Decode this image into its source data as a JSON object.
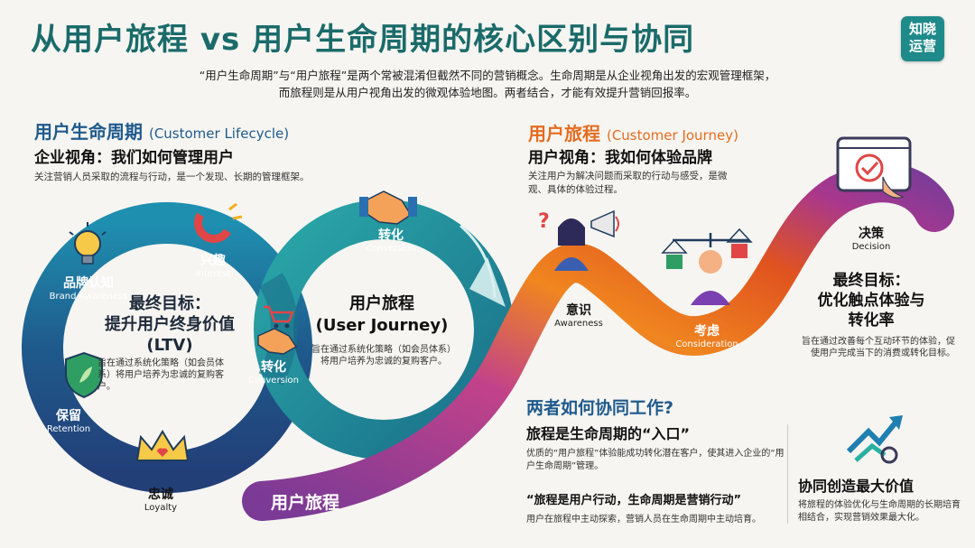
{
  "header": {
    "title": "从用户旅程 vs 用户生命周期的核心区别与协同",
    "logo_line1": "知晓",
    "logo_line2": "运营",
    "intro_line1": "“用户生命周期”与“用户旅程”是两个常被混淆但截然不同的营销概念。生命周期是从企业视角出发的宏观管理框架，",
    "intro_line2": "而旅程则是从用户视角出发的微观体验地图。两者结合，才能有效提升营销回报率。"
  },
  "lifecycle": {
    "title": "用户生命周期",
    "title_en": "(Customer Lifecycle)",
    "subtitle": "企业视角：我们如何管理用户",
    "desc": "关注营销人员采取的流程与行动，是一个发现、长期的管理框架。",
    "stages": {
      "awareness": {
        "cn": "品牌认知",
        "en": "Brand Awareness"
      },
      "interest": {
        "cn": "兴趣",
        "en": "Interest"
      },
      "conversion_top": {
        "cn": "转化",
        "en": "Conversion"
      },
      "conversion_mid": {
        "cn": "转化",
        "en": "Conversion"
      },
      "retention": {
        "cn": "保留",
        "en": "Retention"
      },
      "loyalty": {
        "cn": "忠诚",
        "en": "Loyalty"
      }
    },
    "goal_line1": "最终目标：",
    "goal_line2": "提升用户终身价值",
    "goal_line3": "(LTV)",
    "goal_desc": "旨在通过系统化策略（如会员体系）将用户培养为忠诚的复购客户。",
    "center_line1": "用户旅程",
    "center_line2": "(User Journey)",
    "center_desc": "旨在通过系统化策略（如会员体系）将用户培养为忠诚的复购客户。"
  },
  "journey": {
    "title": "用户旅程",
    "title_en": "(Customer Journey)",
    "subtitle": "用户视角：我如何体验品牌",
    "desc": "关注用户为解决问题而采取的行动与感受，是微观、具体的体验过程。",
    "band_label": "用户旅程",
    "stages": {
      "awareness": {
        "cn": "意识",
        "en": "Awareness"
      },
      "consideration": {
        "cn": "考虑",
        "en": "Consideration"
      },
      "decision": {
        "cn": "决策",
        "en": "Decision"
      }
    },
    "goal_line1": "最终目标：",
    "goal_line2": "优化触点体验与",
    "goal_line3": "转化率",
    "goal_desc": "旨在通过改善每个互动环节的体验，促使用户完成当下的消费或转化目标。"
  },
  "together": {
    "title": "两者如何协同工作?",
    "entry_title": "旅程是生命周期的“入口”",
    "entry_desc": "优质的“用户旅程”体验能成功转化潜在客户，使其进入企业的“用户生命周期”管理。",
    "quote_title": "“旅程是用户行动，生命周期是营销行动”",
    "quote_desc": "用户在旅程中主动探索，营销人员在生命周期中主动培育。",
    "co_title": "协同创造最大价值",
    "co_desc": "将旅程的体验优化与生命周期的长期培育相结合，实现营销效果最大化。"
  },
  "colors": {
    "teal": "#1a6b6a",
    "navy": "#1f4e86",
    "cyan": "#1aa0b0",
    "orange": "#e46c20",
    "purple": "#7d3c98"
  }
}
